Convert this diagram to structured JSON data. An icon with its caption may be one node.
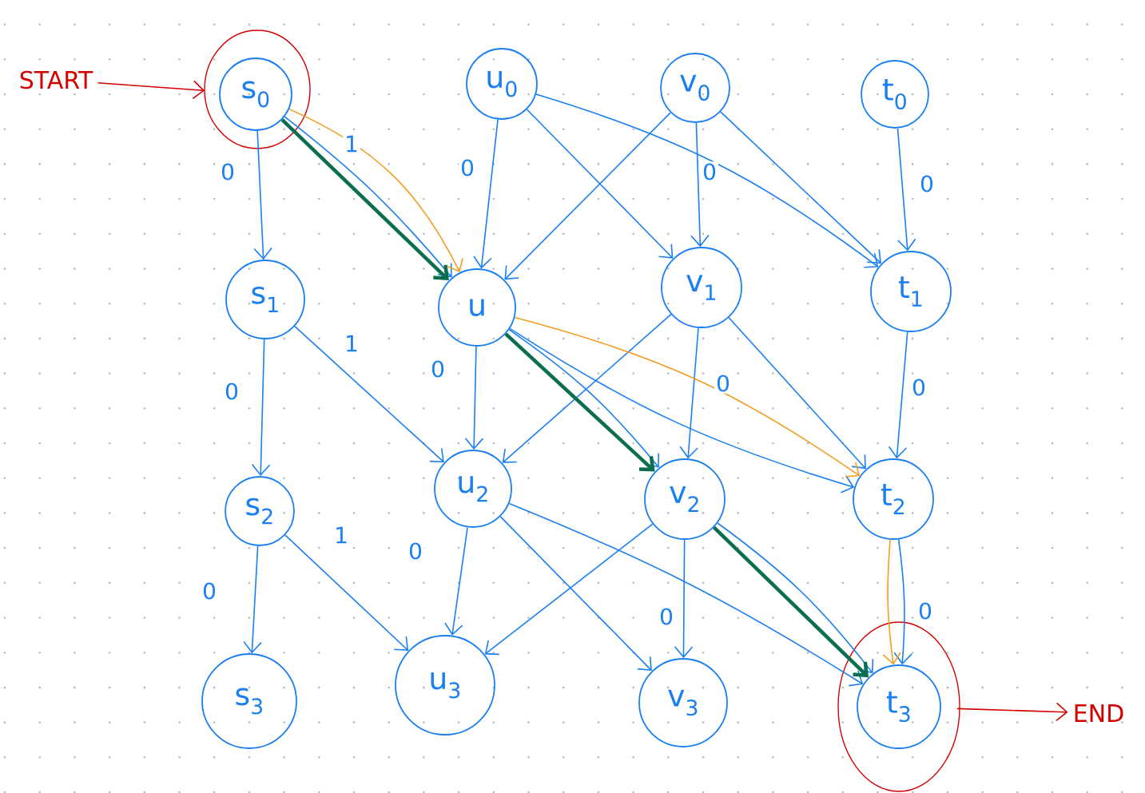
{
  "diagram": {
    "nodes": [
      {
        "text": [
          "START"
        ]
      },
      {
        "text": [
          "s$_{0}$"
        ]
      },
      {
        "text": [
          "u$_{0}$"
        ]
      },
      {
        "text": [
          "v$_{0}$"
        ]
      },
      {
        "text": [
          "t$_{0}$"
        ]
      },
      {
        "text": [
          "s$_{1}$"
        ]
      },
      {
        "text": [
          "u"
        ]
      },
      {
        "text": [
          "v$_{1}$"
        ]
      },
      {
        "text": [
          "t$_{1}$"
        ]
      },
      {
        "text": [
          "s$_{2}$"
        ]
      },
      {
        "text": [
          "u$_{2}$"
        ]
      },
      {
        "text": [
          "v$_{2}$"
        ]
      },
      {
        "text": [
          "t$_{2}$"
        ]
      },
      {
        "text": [
          "s$_{3}$"
        ]
      },
      {
        "text": [
          "u$_{3}$"
        ]
      },
      {
        "text": [
          "v$_{3}$"
        ]
      },
      {
        "text": [
          "t$_{3}$"
        ]
      },
      {
        "text": [
          "END"
        ]
      }
    ],
    "edges": [
      {
        "from": 0,
        "to": 1,
        "arrow": "to",
        "color": "#d40000"
      },
      {
        "from": 1,
        "to": 5,
        "arrow": "to",
        "label": "0"
      },
      {
        "from": 1,
        "to": 6,
        "arrow": "to",
        "label": "1"
      },
      {
        "from": 2,
        "to": 6,
        "arrow": "to",
        "label": "0"
      },
      {
        "from": 2,
        "to": 7,
        "arrow": "to"
      },
      {
        "from": 2,
        "to": 8,
        "arrow": "to"
      },
      {
        "from": 3,
        "to": 6,
        "arrow": "to"
      },
      {
        "from": 3,
        "to": 7,
        "arrow": "to",
        "label": "0"
      },
      {
        "from": 3,
        "to": 8,
        "arrow": "to"
      },
      {
        "from": 4,
        "to": 8,
        "arrow": "to",
        "label": "0"
      },
      {
        "from": 5,
        "to": 9,
        "arrow": "to",
        "label": "0"
      },
      {
        "from": 5,
        "to": 10,
        "arrow": "to",
        "label": "1"
      },
      {
        "from": 6,
        "to": 10,
        "arrow": "to",
        "label": "0"
      },
      {
        "from": 6,
        "to": 11,
        "arrow": "to"
      },
      {
        "from": 6,
        "to": 12,
        "arrow": "to"
      },
      {
        "from": 7,
        "to": 10,
        "arrow": "to"
      },
      {
        "from": 7,
        "to": 11,
        "arrow": "to",
        "label": "0"
      },
      {
        "from": 7,
        "to": 12,
        "arrow": "to"
      },
      {
        "from": 8,
        "to": 12,
        "arrow": "to",
        "label": "0"
      },
      {
        "from": 9,
        "to": 13,
        "arrow": "to",
        "label": "0"
      },
      {
        "from": 9,
        "to": 14,
        "arrow": "to",
        "label": "1"
      },
      {
        "from": 10,
        "to": 14,
        "arrow": "to",
        "label": "0"
      },
      {
        "from": 10,
        "to": 15,
        "arrow": "to"
      },
      {
        "from": 10,
        "to": 16,
        "arrow": "to"
      },
      {
        "from": 11,
        "to": 14,
        "arrow": "to"
      },
      {
        "from": 11,
        "to": 15,
        "arrow": "to",
        "label": "0"
      },
      {
        "from": 11,
        "to": 16,
        "arrow": "to"
      },
      {
        "from": 12,
        "to": 16,
        "arrow": "to",
        "label": "0"
      },
      {
        "from": 1,
        "to": 6,
        "arrow": "to",
        "style": "thick",
        "color": "#0b6e4f"
      },
      {
        "from": 6,
        "to": 11,
        "arrow": "to",
        "style": "thick",
        "color": "#0b6e4f"
      },
      {
        "from": 11,
        "to": 16,
        "arrow": "to",
        "style": "thick",
        "color": "#0b6e4f"
      },
      {
        "from": 1,
        "to": 6,
        "arrow": "to",
        "color": "#f39c1f"
      },
      {
        "from": 6,
        "to": 12,
        "arrow": "to",
        "color": "#f39c1f"
      },
      {
        "from": 12,
        "to": 16,
        "arrow": "to",
        "color": "#f39c1f"
      },
      {
        "from": 16,
        "to": 17,
        "arrow": "to",
        "color": "#d40000"
      }
    ]
  }
}
